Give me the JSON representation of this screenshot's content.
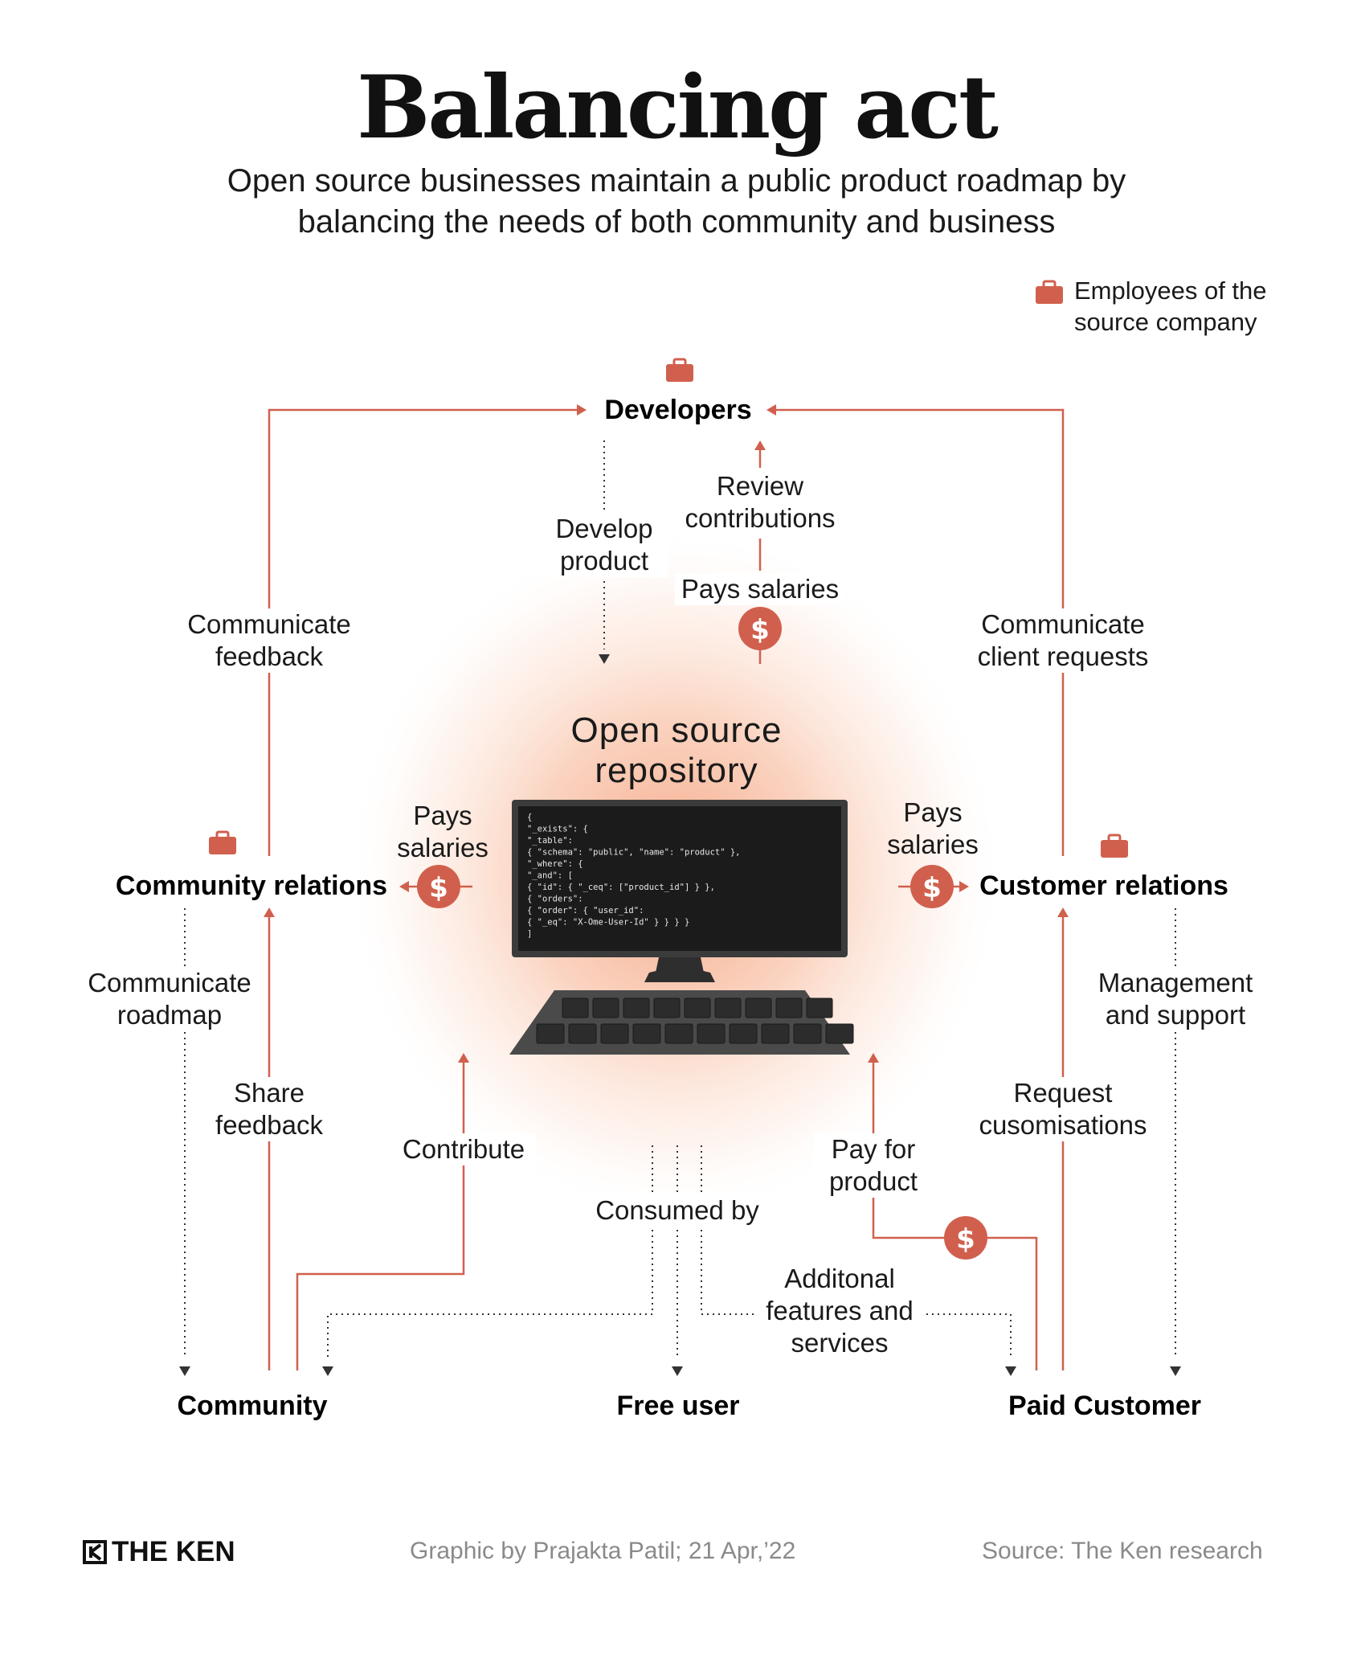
{
  "title": "Balancing act",
  "subtitle": "Open source businesses maintain a public product roadmap by balancing the needs of both community and business",
  "legend": {
    "icon": "briefcase-icon",
    "label": "Employees of the source company"
  },
  "colors": {
    "accent": "#d0604d",
    "text": "#111111",
    "muted": "#8a8a8a",
    "glow": "#f7b89a"
  },
  "center": {
    "title": "Open source repository",
    "icon": "computer-icon"
  },
  "nodes": {
    "developers": "Developers",
    "community_relations": "Community relations",
    "customer_relations": "Customer relations",
    "community": "Community",
    "free_user": "Free user",
    "paid_customer": "Paid Customer"
  },
  "labels": {
    "develop_product": "Develop product",
    "review_contributions": "Review contributions",
    "pays_salaries_top": "Pays salaries",
    "communicate_feedback": "Communicate feedback",
    "communicate_client_requests": "Communicate client requests",
    "pays_salaries_left": "Pays salaries",
    "pays_salaries_right": "Pays salaries",
    "communicate_roadmap": "Communicate roadmap",
    "share_feedback": "Share feedback",
    "contribute": "Contribute",
    "consumed_by": "Consumed by",
    "pay_for_product": "Pay for product",
    "management_and_support": "Management and support",
    "request_customisations": "Request cusomisations",
    "additional_features": "Additonal features and services"
  },
  "code_lines": [
    "{",
    "  \"_exists\": {",
    "    \"_table\":",
    "      { \"schema\": \"public\", \"name\": \"product\" },",
    "        \"_where\": {",
    "        \"_and\": [",
    "          { \"id\": { \"_ceq\": [\"product_id\"] } },",
    "          { \"orders\":",
    "          { \"order\": { \"user_id\":",
    "          { \"_eq\": \"X-Ome-User-Id\" } } } }",
    "        ]"
  ],
  "dollar_symbol": "$",
  "footer": {
    "brand": "THE KEN",
    "credit": "Graphic by Prajakta Patil; 21 Apr,’22",
    "source": "Source: The Ken research"
  }
}
